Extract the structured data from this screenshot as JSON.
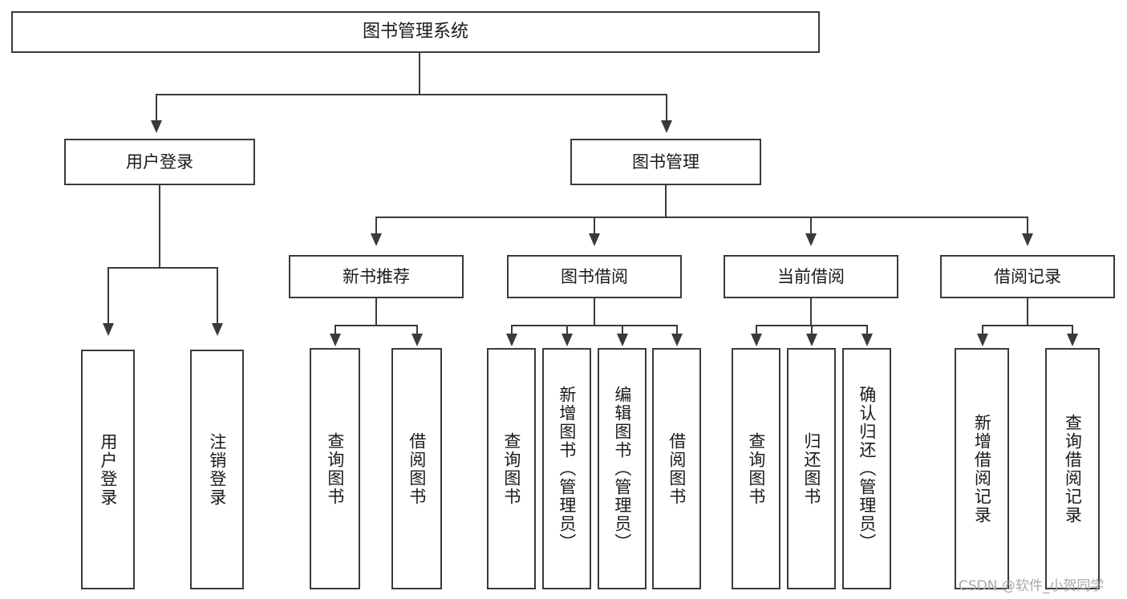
{
  "diagram": {
    "type": "tree-hierarchy",
    "title": "图书管理系统",
    "levels": 4,
    "root": {
      "label": "图书管理系统"
    },
    "level2": [
      {
        "label": "用户登录"
      },
      {
        "label": "图书管理"
      }
    ],
    "level3": [
      {
        "label": "新书推荐"
      },
      {
        "label": "图书借阅"
      },
      {
        "label": "当前借阅"
      },
      {
        "label": "借阅记录"
      }
    ],
    "leaves": {
      "user_login": [
        {
          "label": "用户登录"
        },
        {
          "label": "注销登录"
        }
      ],
      "new_book_recommend": [
        {
          "label": "查询图书"
        },
        {
          "label": "借阅图书"
        }
      ],
      "book_borrow": [
        {
          "label": "查询图书"
        },
        {
          "label": "新增图书（管理员）"
        },
        {
          "label": "编辑图书（管理员）"
        },
        {
          "label": "借阅图书"
        }
      ],
      "current_borrow": [
        {
          "label": "查询图书"
        },
        {
          "label": "归还图书"
        },
        {
          "label": "确认归还（管理员）"
        }
      ],
      "borrow_record": [
        {
          "label": "新增借阅记录"
        },
        {
          "label": "查询借阅记录"
        }
      ]
    }
  },
  "watermark": {
    "text": "CSDN @软件_小贺同学"
  },
  "colors": {
    "border": "#3a3a3a",
    "background": "#ffffff",
    "text": "#1a1a1a",
    "watermark": "#a8a8a8"
  }
}
